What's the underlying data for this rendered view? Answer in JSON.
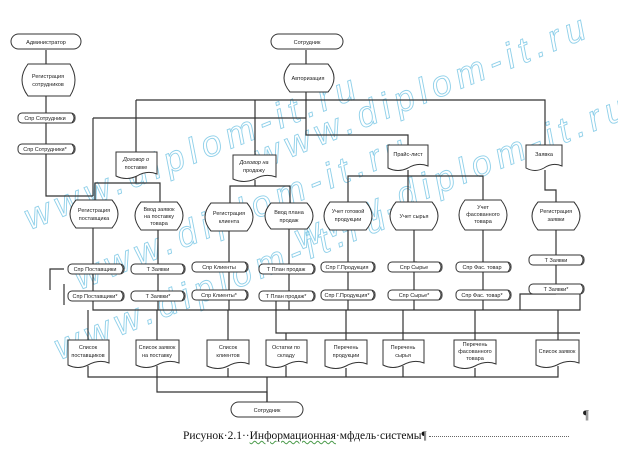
{
  "actors": {
    "admin": "Администратор",
    "employee_top": "Сотрудник",
    "employee_bottom": "Сотрудник"
  },
  "processes": {
    "reg_employees": [
      "Регистрация",
      "сотрудников"
    ],
    "authorization": [
      "Авторизация"
    ],
    "reg_supplier": [
      "Регистрация",
      "поставщика"
    ],
    "supply_orders": [
      "Ввод заявок",
      "на поставку",
      "товара"
    ],
    "reg_client": [
      "Регистрация",
      "клиента"
    ],
    "sales_plan": [
      "Ввод плана",
      "продаж"
    ],
    "finished_goods": [
      "Учет готовой",
      "продукции"
    ],
    "raw_materials": [
      "Учет сырья"
    ],
    "packaged_goods": [
      "Учет",
      "фасованного",
      "товара"
    ],
    "reg_order": [
      "Регистрация",
      "заявки"
    ]
  },
  "input_documents": {
    "supply_contract": [
      "Договор о",
      "поставке"
    ],
    "sales_contract": [
      "Договор на",
      "продажу"
    ],
    "price_list": [
      "Прайс-лист"
    ],
    "order": [
      "Заявка"
    ]
  },
  "data_stores": {
    "spr_employees": "Спр Сотрудники",
    "spr_employees_2": "Спр Сотрудники*",
    "spr_suppliers": "Спр Поставщики",
    "spr_suppliers_2": "Спр Поставщики*",
    "t_orders_supply": "Т Заявки",
    "t_orders_supply_2": "Т Заявки*",
    "spr_clients": "Спр Клиенты",
    "spr_clients_2": "Спр Клиенты*",
    "t_sales_plan": "Т План продаж",
    "t_sales_plan_2": "Т План продаж*",
    "spr_finished": "Спр Г.Продукция",
    "spr_finished_2": "Спр Г.Продукция*",
    "spr_raw": "Спр Сырье",
    "spr_raw_2": "Спр Сырье*",
    "spr_packaged": "Спр Фас. товар",
    "spr_packaged_2": "Спр Фас. товар*",
    "t_orders": "Т Заявки",
    "t_orders_2": "Т Заявки*"
  },
  "reports": {
    "suppliers_list": [
      "Список",
      "поставщиков"
    ],
    "supply_orders_list": [
      "Список заявок",
      "на поставку"
    ],
    "clients_list": [
      "Список",
      "клиентов"
    ],
    "stock_balance": [
      "Остатки по",
      "складу"
    ],
    "products_list": [
      "Перечень",
      "продукции"
    ],
    "raw_list": [
      "Перечень",
      "сырья"
    ],
    "packaged_list": [
      "Перечень",
      "фасованного",
      "товара"
    ],
    "orders_list": [
      "Список заявок"
    ]
  },
  "watermark": "www.diplom-it.ru",
  "caption": {
    "prefix": "Рисунок·2.1··",
    "word_underlined": "Информационная",
    "suffix": "·мфдель·системы¶"
  },
  "pilcrow": "¶",
  "colors": {
    "line": "#333333",
    "watermark": "#7cc8e6",
    "background": "#ffffff"
  }
}
